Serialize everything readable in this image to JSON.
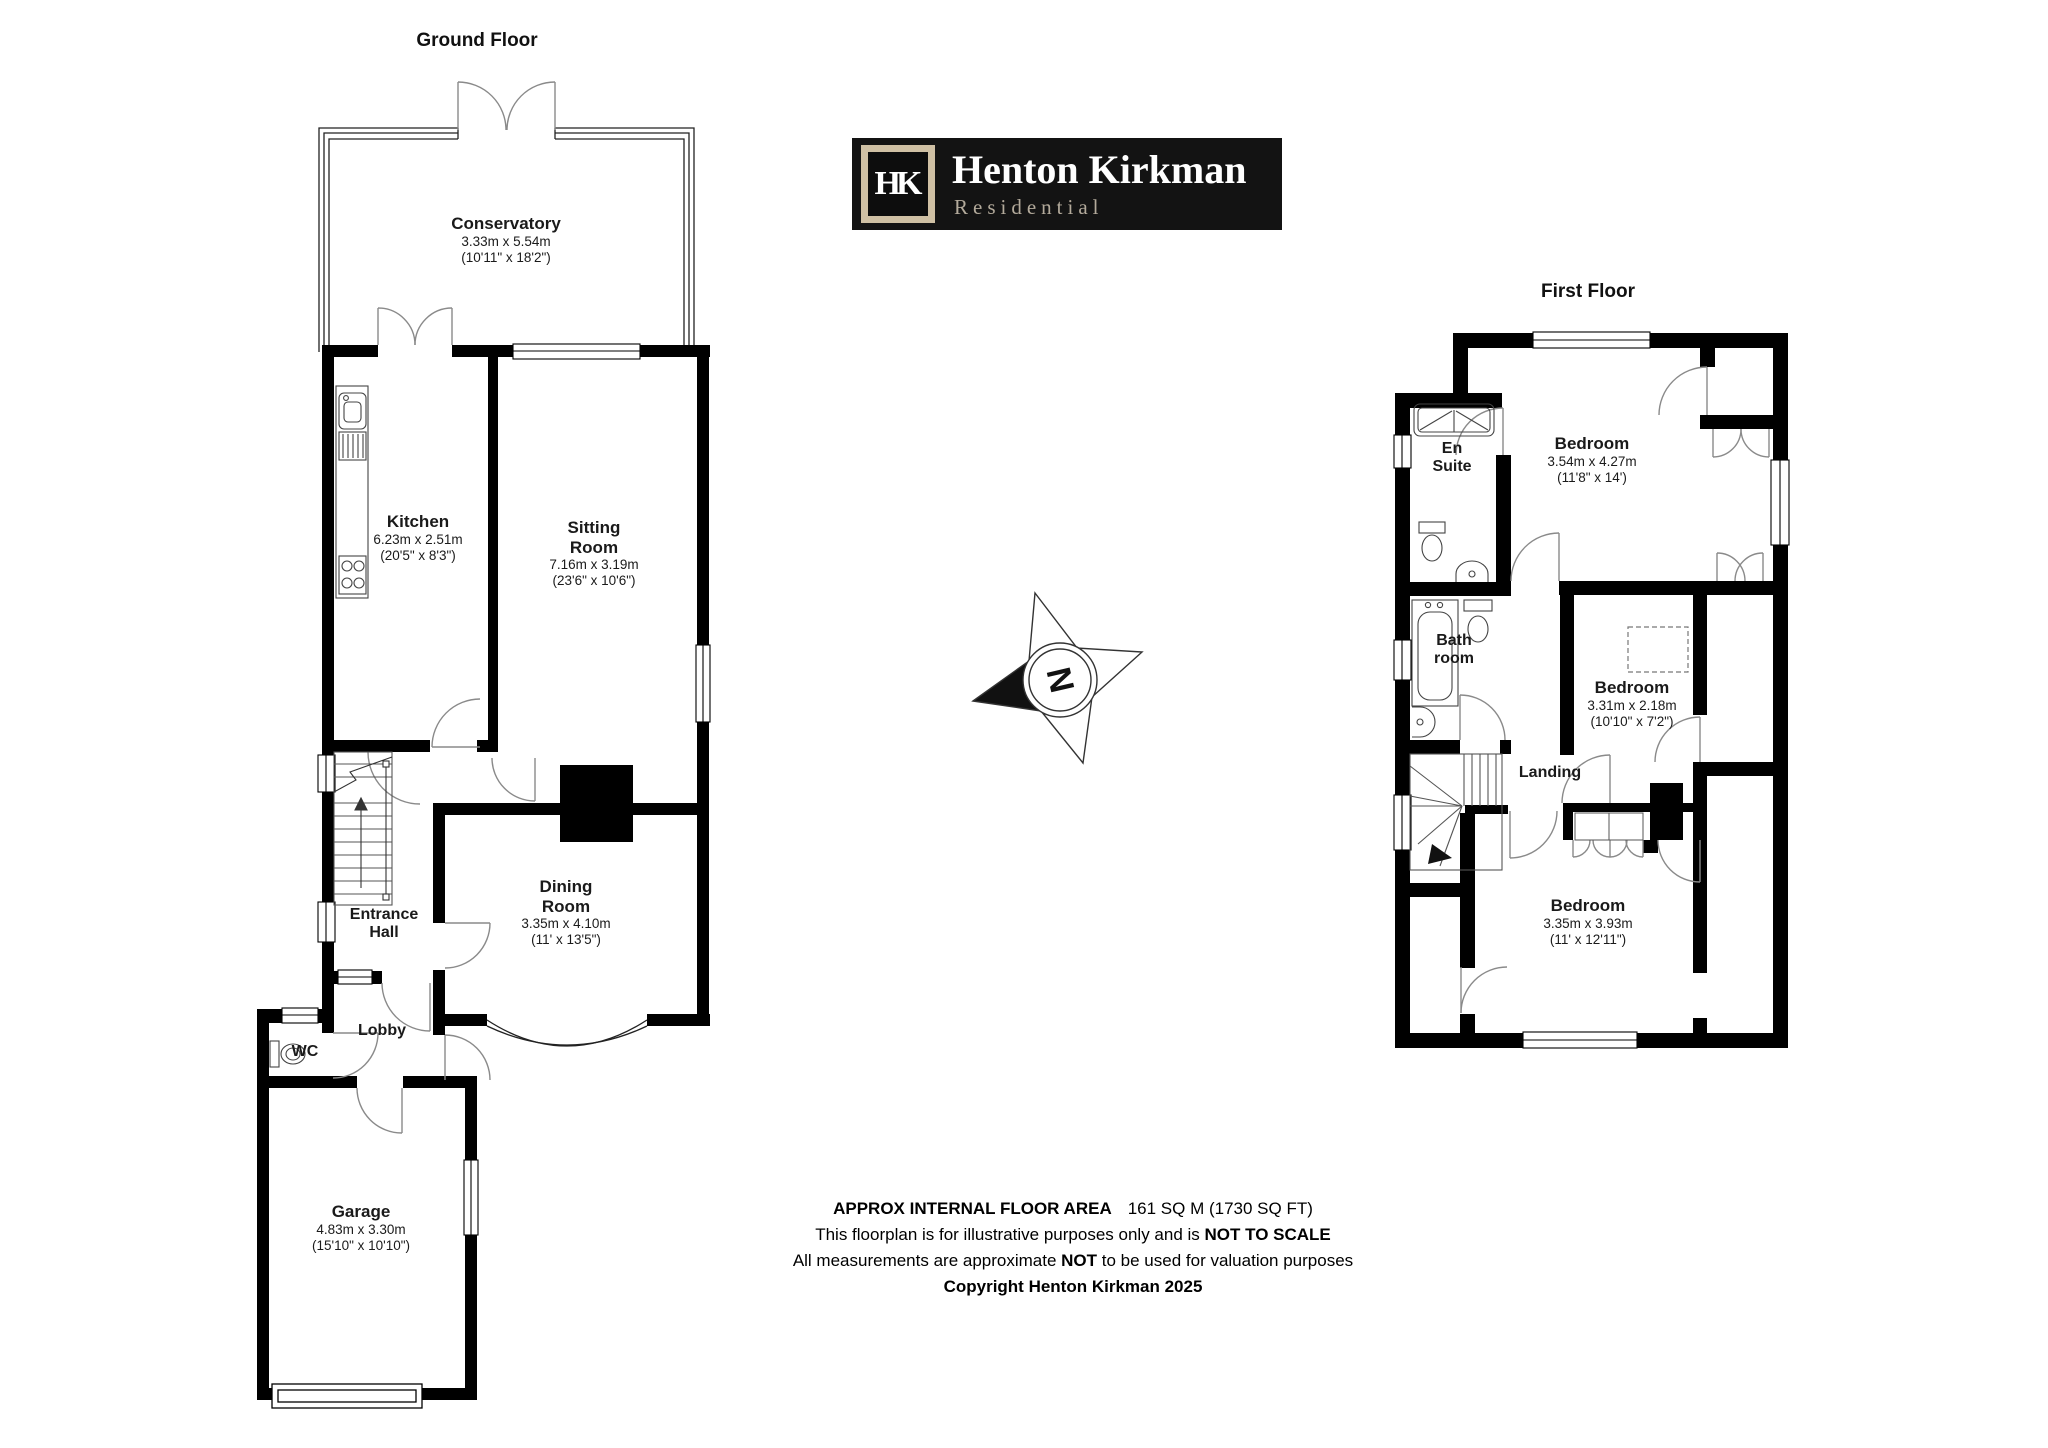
{
  "colors": {
    "wall": "#000000",
    "thin_line": "#444444",
    "door_arc": "#8a8a8a",
    "logo_bg": "#131313",
    "logo_accent": "#cfc0a4",
    "logo_tagline": "#b3aa9b"
  },
  "logo": {
    "monogram": "HK",
    "name": "Henton Kirkman",
    "tagline": "Residential"
  },
  "compass": {
    "north_label": "N"
  },
  "ground_floor": {
    "title": "Ground Floor",
    "rooms": {
      "conservatory": {
        "name": "Conservatory",
        "metric": "3.33m x 5.54m",
        "imperial": "(10'11\" x 18'2\")"
      },
      "kitchen": {
        "name": "Kitchen",
        "metric": "6.23m x 2.51m",
        "imperial": "(20'5\" x 8'3\")"
      },
      "sitting_room": {
        "name": "Sitting Room",
        "metric": "7.16m x 3.19m",
        "imperial": "(23'6\" x 10'6\")"
      },
      "dining_room": {
        "name": "Dining Room",
        "metric": "3.35m x 4.10m",
        "imperial": "(11' x 13'5\")"
      },
      "entrance_hall": {
        "name": "Entrance Hall"
      },
      "lobby": {
        "name": "Lobby"
      },
      "wc": {
        "name": "WC"
      },
      "garage": {
        "name": "Garage",
        "metric": "4.83m x 3.30m",
        "imperial": "(15'10\" x 10'10\")"
      }
    }
  },
  "first_floor": {
    "title": "First Floor",
    "rooms": {
      "bedroom_1": {
        "name": "Bedroom",
        "metric": "3.54m x 4.27m",
        "imperial": "(11'8\" x 14')"
      },
      "en_suite": {
        "name": "En Suite"
      },
      "bath_room": {
        "name": "Bath room"
      },
      "landing": {
        "name": "Landing"
      },
      "bedroom_2": {
        "name": "Bedroom",
        "metric": "3.31m x 2.18m",
        "imperial": "(10'10\" x 7'2\")"
      },
      "bedroom_3": {
        "name": "Bedroom",
        "metric": "3.35m x 3.93m",
        "imperial": "(11' x 12'11\")"
      }
    }
  },
  "footer": {
    "line1_bold": "APPROX INTERNAL FLOOR AREA",
    "line1_rest": "161 SQ M (1730 SQ FT)",
    "line2_pre": "This floorplan is for illustrative purposes only and is ",
    "line2_bold": "NOT TO SCALE",
    "line3_pre": "All measurements are approximate ",
    "line3_bold": "NOT",
    "line3_post": " to be used for valuation purposes",
    "line4": "Copyright Henton Kirkman 2025"
  }
}
